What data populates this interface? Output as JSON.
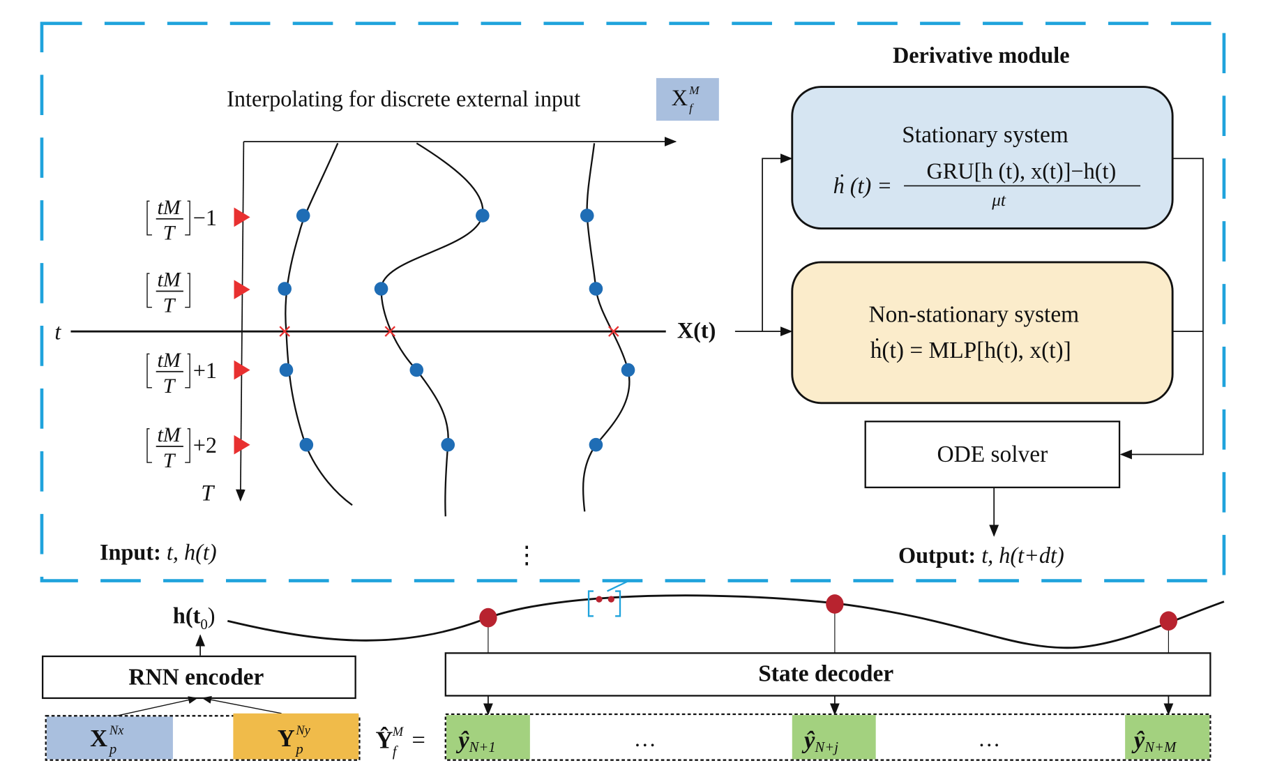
{
  "colors": {
    "dashed_border": "#1fa3dc",
    "stationary_fill": "#d6e5f2",
    "nonstationary_fill": "#fbeccb",
    "xf_fill": "#a9bfde",
    "xp_fill": "#a9bfde",
    "yp_fill": "#f0bb4a",
    "y_hat_fill": "#a3d17f",
    "marker_red": "#e83030",
    "point_blue": "#1f6db5",
    "state_point": "#b8232f"
  },
  "derivative_module": {
    "title": "Derivative module",
    "interp_label": "Interpolating for discrete external input",
    "xf_label": "X",
    "xf_sup": "M",
    "xf_sub": "f",
    "axis_t": "t",
    "axis_T": "T",
    "x_of_t": "X(t)",
    "ticks": [
      {
        "num": "tM",
        "den": "T",
        "suffix": "−1"
      },
      {
        "num": "tM",
        "den": "T",
        "suffix": ""
      },
      {
        "num": "tM",
        "den": "T",
        "suffix": "+1"
      },
      {
        "num": "tM",
        "den": "T",
        "suffix": "+2"
      }
    ],
    "stationary": {
      "title": "Stationary system",
      "lhs": "ḣ (t) =",
      "numerator": "GRU[h (t), x(t)]−h(t)",
      "denominator": "μt"
    },
    "nonstationary": {
      "title": "Non-stationary system",
      "equation": "ḣ(t) = MLP[h(t), x(t)]"
    },
    "ode_solver": "ODE solver",
    "input_label": "Input:",
    "input_value": " t, h(t)",
    "output_label": "Output:",
    "output_value": " t, h(t+dt)",
    "ellipsis": "⋮"
  },
  "bottom": {
    "h_t0": "h(t",
    "h_t0_sub": "0",
    "rnn_encoder": "RNN encoder",
    "state_decoder": "State decoder",
    "xp": {
      "base": "X",
      "sup": "Nx",
      "sub": "p"
    },
    "yp": {
      "base": "Y",
      "sup": "Ny",
      "sub": "p"
    },
    "yf": {
      "base": "Ŷ",
      "sup": "M",
      "sub": "f",
      "eq": "="
    },
    "outputs": [
      {
        "base": "ŷ",
        "sub": "N+1"
      },
      {
        "base": "ŷ",
        "sub": "N+j"
      },
      {
        "base": "ŷ",
        "sub": "N+M"
      }
    ],
    "dots": [
      "…",
      "…"
    ]
  }
}
